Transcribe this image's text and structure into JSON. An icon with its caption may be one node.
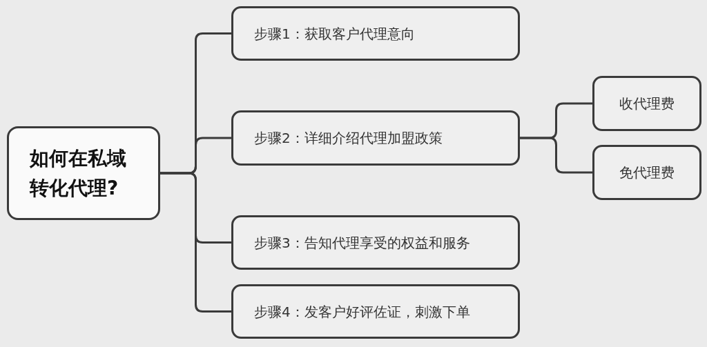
{
  "diagram": {
    "nodes": [
      {
        "text": [
          "如何在私域转化代理?"
        ]
      },
      {
        "text": [
          "步骤1：获取客户代理意向"
        ]
      },
      {
        "text": [
          "步骤2：详细介绍代理加盟政策"
        ]
      },
      {
        "text": [
          "步骤3：告知代理享受的权益和服务"
        ]
      },
      {
        "text": [
          "步骤4：发客户好评佐证，刺激下单"
        ]
      },
      {
        "text": [
          "收代理费"
        ]
      },
      {
        "text": [
          "免代理费"
        ]
      }
    ],
    "edges": [
      {
        "from": 0,
        "to": 1,
        "arrow": "none"
      },
      {
        "from": 0,
        "to": 2,
        "arrow": "none"
      },
      {
        "from": 0,
        "to": 3,
        "arrow": "none"
      },
      {
        "from": 0,
        "to": 4,
        "arrow": "none"
      },
      {
        "from": 2,
        "to": 5,
        "arrow": "none"
      },
      {
        "from": 2,
        "to": 6,
        "arrow": "none"
      }
    ]
  }
}
